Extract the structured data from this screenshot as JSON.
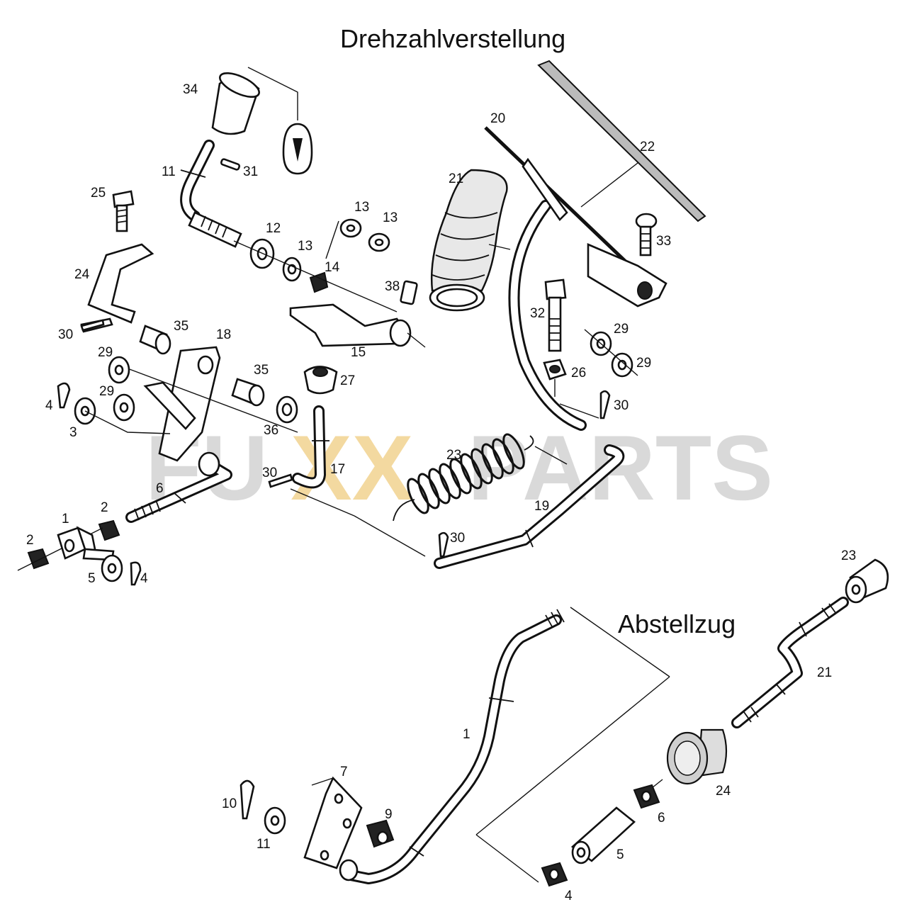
{
  "titles": {
    "upper": "Drehzahlverstellung",
    "lower": "Abstellzug"
  },
  "watermark": {
    "left": "FU",
    "mid": "XX",
    "right": "PARTS",
    "color_grey": "#d9d9d9",
    "color_accent": "#f3d9a0"
  },
  "upper_callouts": {
    "n34": "34",
    "n11": "11",
    "n31": "31",
    "n25": "25",
    "n12": "12",
    "n13a": "13",
    "n13b": "13",
    "n13c": "13",
    "n14": "14",
    "n38": "38",
    "n24": "24",
    "n30a": "30",
    "n35a": "35",
    "n18": "18",
    "n15": "15",
    "n29a": "29",
    "n29b": "29",
    "n35b": "35",
    "n27": "27",
    "n4a": "4",
    "n3": "3",
    "n36": "36",
    "n17": "17",
    "n30b": "30",
    "n6": "6",
    "n1": "1",
    "n2a": "2",
    "n2b": "2",
    "n5": "5",
    "n4b": "4",
    "n20": "20",
    "n21": "21",
    "n22": "22",
    "n33": "33",
    "n32": "32",
    "n29c": "29",
    "n29d": "29",
    "n26": "26",
    "n30c": "30",
    "n23": "23",
    "n19": "19",
    "n30d": "30"
  },
  "lower_callouts": {
    "n23": "23",
    "n21": "21",
    "n1": "1",
    "n7": "7",
    "n9": "9",
    "n10": "10",
    "n11": "11",
    "n24": "24",
    "n6": "6",
    "n5": "5",
    "n4": "4"
  }
}
